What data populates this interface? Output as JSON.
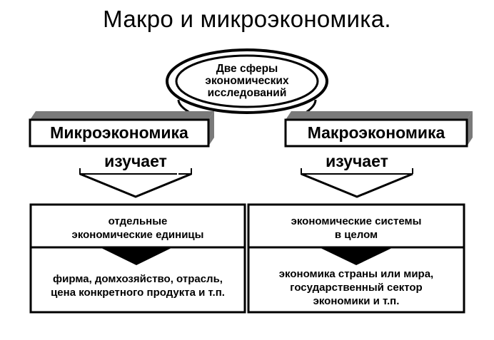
{
  "title": "Макро и микроэкономика.",
  "center": {
    "line1": "Две сферы",
    "line2": "экономических",
    "line3": "исследований"
  },
  "left": {
    "heading": "Микроэкономика",
    "studies": "изучает",
    "top_line1": "отдельные",
    "top_line2": "экономические единицы",
    "bottom_line1": "фирма, домхозяйство, отрасль,",
    "bottom_line2": "цена конкретного продукта и т.п."
  },
  "right": {
    "heading": "Макроэкономика",
    "studies": "изучает",
    "top_line1": "экономические системы",
    "top_line2": "в целом",
    "bottom_line1": "экономика страны или мира,",
    "bottom_line2": "государственный сектор",
    "bottom_line3": "экономики и т.п."
  },
  "colors": {
    "ink": "#000000",
    "shadow": "#7a7a7a",
    "background": "#ffffff"
  }
}
